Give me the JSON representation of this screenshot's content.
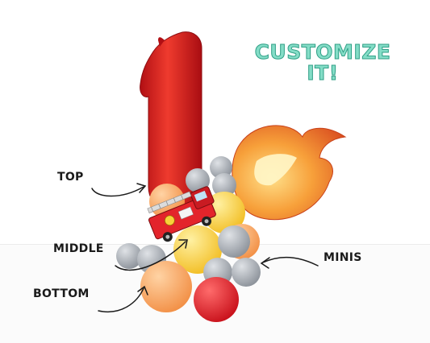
{
  "headline": {
    "line1": "CUSTOMIZE",
    "line2": "IT!"
  },
  "labels": {
    "top": "TOP",
    "middle": "MIDDLE",
    "bottom": "BOTTOM",
    "minis": "MINIS"
  },
  "colors": {
    "headline_fill": "#84ddc7",
    "headline_outline": "#2f9f86",
    "number_balloon": "#d81e1b",
    "flame_balloon": "#f28c28",
    "mini_balloon": "#9ea4ab",
    "orange_balloon": "#f7a15c",
    "yellow_balloon": "#f8cf3f",
    "red_balloon": "#e01f27"
  },
  "icons": {
    "arrow": "curved-arrow-icon",
    "truck": "fire-truck-icon"
  }
}
